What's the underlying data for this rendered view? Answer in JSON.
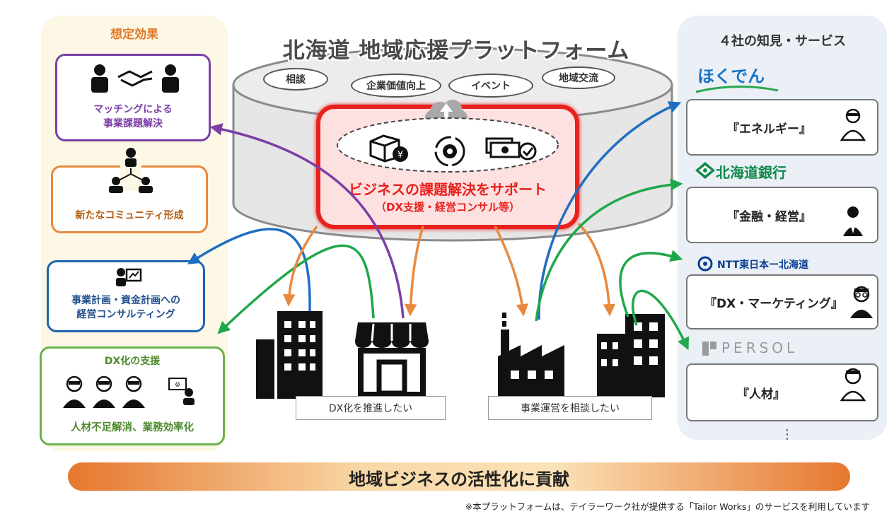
{
  "title": "北海道 地域応援プラットフォーム",
  "left_heading": "想定効果",
  "right_heading": "４社の知見・サービス",
  "effects": [
    {
      "line1": "マッチングによる",
      "line2": "事業課題解決",
      "color": "#7b3fa6"
    },
    {
      "line1": "新たなコミュニティ形成",
      "line2": "",
      "color": "#e8893e"
    },
    {
      "line1": "事業計画・資金計画への",
      "line2": "経営コンサルティング",
      "color": "#1e63b0"
    },
    {
      "heading": "DX化の支援",
      "line1": "人材不足解消、業務効率化",
      "line2": "",
      "color": "#6ab04c"
    }
  ],
  "platform_features": [
    "相談",
    "企業価値向上",
    "イベント",
    "地域交流"
  ],
  "support": {
    "main": "ビジネスの課題解決をサポート",
    "sub": "（DX支援・経営コンサル等）"
  },
  "needs": [
    "DX化を推進したい",
    "事業運営を相談したい"
  ],
  "companies": [
    {
      "logo": "ほくでん",
      "service": "『エネルギー』",
      "logo_color": "#1a73c9"
    },
    {
      "logo": "北海道銀行",
      "service": "『金融・経営』",
      "logo_color": "#0f8a4a"
    },
    {
      "logo": "NTT東日本ー北海道",
      "service": "『DX・マーケティング』",
      "logo_color": "#0b3d91"
    },
    {
      "logo": "PERSOL",
      "service": "『人材』",
      "logo_color": "#9a9a9a"
    }
  ],
  "more_marker": "⋮",
  "banner": "地域ビジネスの活性化に貢献",
  "note": "※本プラットフォームは、テイラーワーク社が提供する「Tailor Works」のサービスを利用しています",
  "colors": {
    "red": "#e8211e",
    "orange": "#e8893e",
    "green": "#1fa84a",
    "blue": "#1e6fc1",
    "purple": "#7b3fa6"
  }
}
